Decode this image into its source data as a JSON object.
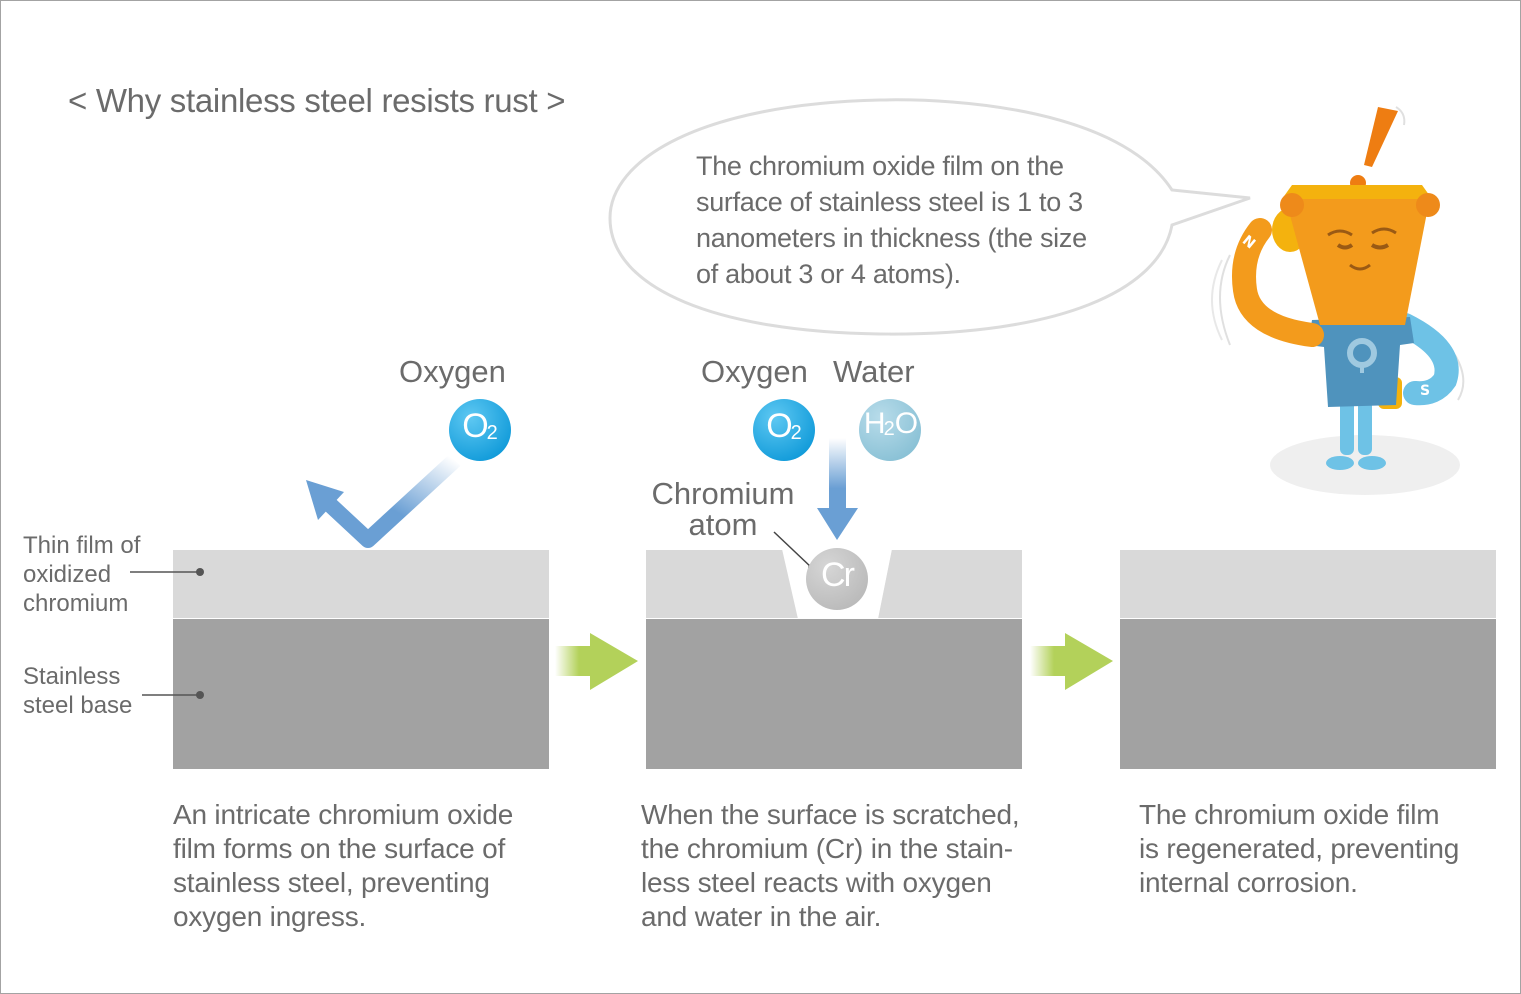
{
  "title": "< Why stainless steel resists rust >",
  "speech_bubble": {
    "lines": [
      "The chromium oxide film on the",
      "surface of stainless steel is 1 to 3",
      "nanometers in thickness (the size",
      "of about 3 or 4 atoms)."
    ]
  },
  "legend": {
    "film_label": [
      "Thin film of",
      "oxidized",
      "chromium"
    ],
    "base_label": [
      "Stainless",
      "steel base"
    ]
  },
  "stage1": {
    "molecule_label": "Oxygen",
    "molecule": {
      "main": "O",
      "sub": "2"
    },
    "caption": [
      "An intricate chromium oxide",
      "film forms on the surface of",
      "stainless steel, preventing",
      "oxygen ingress."
    ]
  },
  "stage2": {
    "oxygen_label": "Oxygen",
    "water_label": "Water",
    "oxygen_molecule": {
      "main": "O",
      "sub": "2"
    },
    "water_molecule": {
      "pre": "H",
      "sub": "2",
      "post": "O"
    },
    "atom_label": [
      "Chromium",
      "atom"
    ],
    "atom_symbol": "Cr",
    "caption": [
      "When the surface is scratched,",
      "the chromium (Cr) in the stain-",
      "less steel reacts with oxygen",
      "and water in the air."
    ]
  },
  "stage3": {
    "caption": [
      "The chromium oxide film",
      "is regenerated, preventing",
      "internal corrosion."
    ]
  },
  "mascot": {
    "arm_left_letter": "N",
    "arm_right_letter": "S",
    "shirt_symbol": "?"
  },
  "colors": {
    "film": "#d9d9d9",
    "base": "#a2a2a2",
    "oxygen": "#1aa3e0",
    "water": "#8ec5d8",
    "chromium": "#c4c4c4",
    "arrow_blue": "#6a9fd4",
    "arrow_green": "#b3d15a",
    "mascot_orange": "#f39b1c",
    "mascot_shirt": "#4f93bd",
    "mascot_limbs": "#6ec2e6"
  }
}
